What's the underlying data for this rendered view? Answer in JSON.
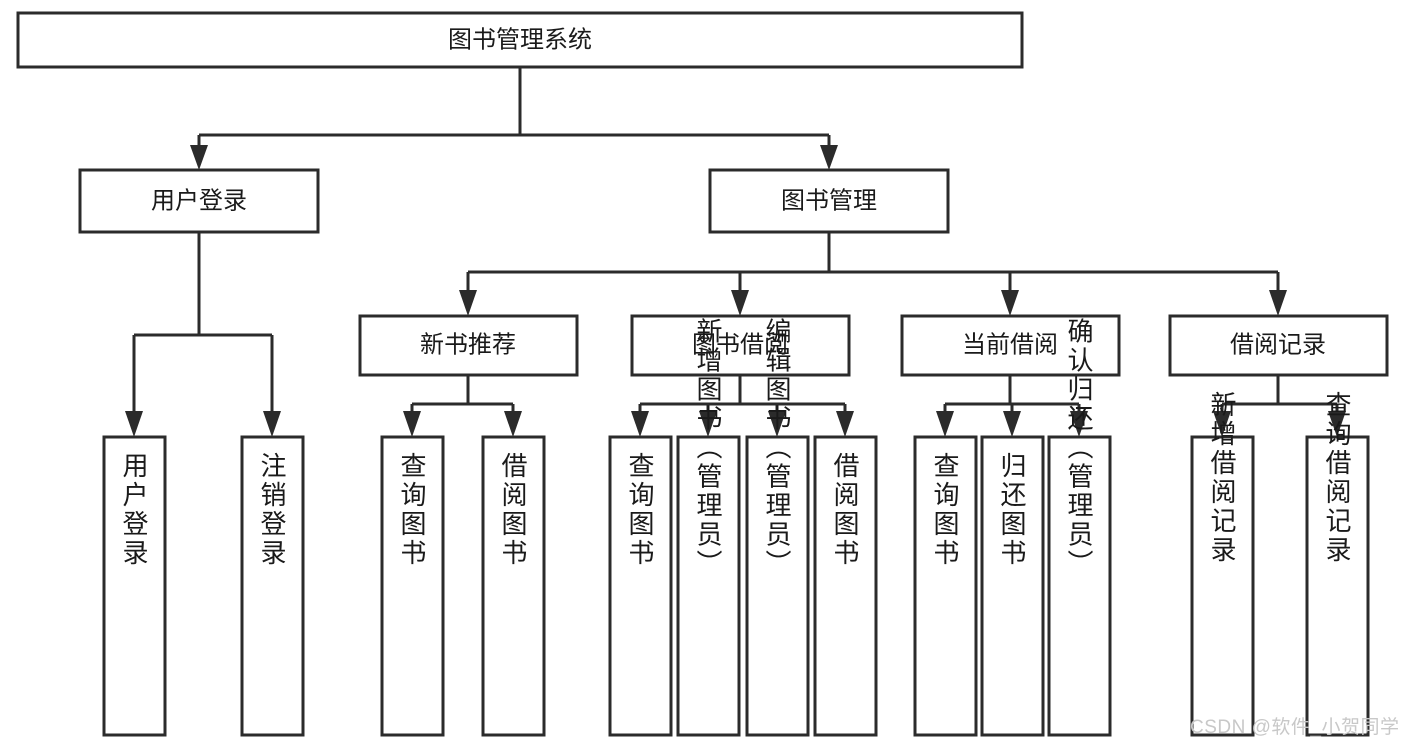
{
  "diagram": {
    "title": "图书管理系统",
    "type": "tree-hierarchy-diagram",
    "colors": {
      "box_fill": "#ffffff",
      "box_stroke": "#2b2b2b",
      "connector": "#2b2b2b",
      "text": "#1a1a1a",
      "watermark": "#c8c8c8",
      "background": "#ffffff"
    },
    "root": {
      "label": "图书管理系统"
    },
    "level2": [
      {
        "label": "用户登录"
      },
      {
        "label": "图书管理"
      }
    ],
    "level3": [
      {
        "label": "新书推荐"
      },
      {
        "label": "图书借阅"
      },
      {
        "label": "当前借阅"
      },
      {
        "label": "借阅记录"
      }
    ],
    "leaves": {
      "user_login": [
        {
          "label": "用户登录"
        },
        {
          "label": "注销登录"
        }
      ],
      "new_book_recommend": [
        {
          "label": "查询图书"
        },
        {
          "label": "借阅图书"
        }
      ],
      "book_borrow": [
        {
          "label": "查询图书"
        },
        {
          "label": "新增图书（管理员）"
        },
        {
          "label": "编辑图书（管理员）"
        },
        {
          "label": "借阅图书"
        }
      ],
      "current_borrow": [
        {
          "label": "查询图书"
        },
        {
          "label": "归还图书"
        },
        {
          "label": "确认归还（管理员）"
        }
      ],
      "borrow_record": [
        {
          "label": "新增借阅记录"
        },
        {
          "label": "查询借阅记录"
        }
      ]
    },
    "watermark": "CSDN @软件_小贺同学"
  }
}
